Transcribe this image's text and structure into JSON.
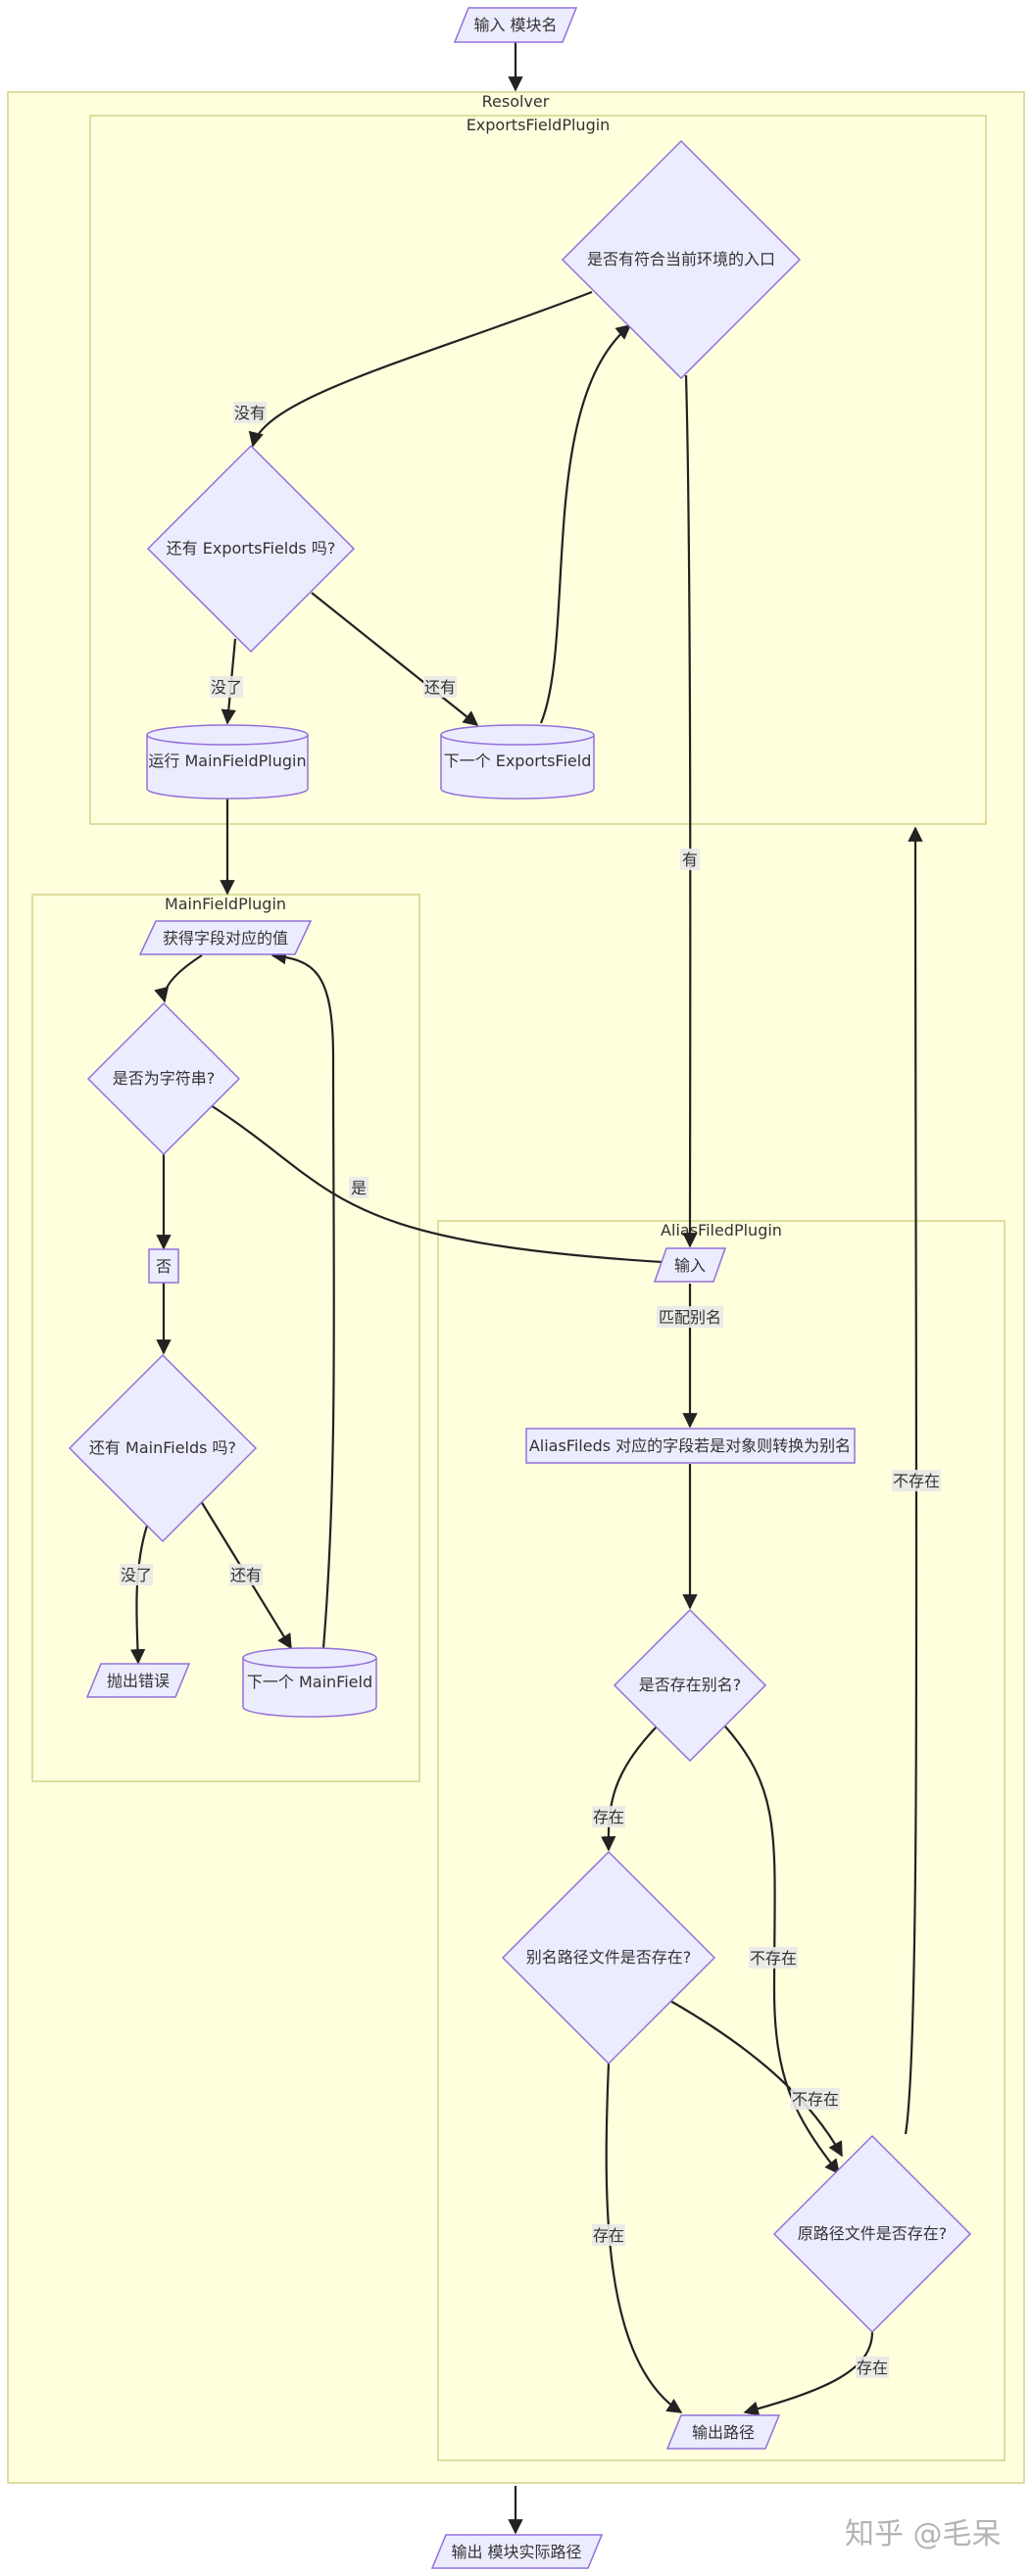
{
  "clusters": {
    "resolver": "Resolver",
    "exports": "ExportsFieldPlugin",
    "mainfield": "MainFieldPlugin",
    "alias": "AliasFiledPlugin"
  },
  "nodes": {
    "input_module": "输入 模块名",
    "has_env_entry": "是否有符合当前环境的入口",
    "more_exports": "还有 ExportsFields 吗?",
    "run_mainfield": "运行 MainFieldPlugin",
    "next_exports": "下一个 ExportsField",
    "get_field_value": "获得字段对应的值",
    "is_string": "是否为字符串?",
    "no_box": "否",
    "more_mainfields": "还有 MainFields 吗?",
    "throw_error": "抛出错误",
    "next_mainfield": "下一个 MainField",
    "alias_input": "输入",
    "alias_convert": "AliasFileds 对应的字段若是对象则转换为别名",
    "alias_exists": "是否存在别名?",
    "alias_file_exists": "别名路径文件是否存在?",
    "orig_file_exists": "原路径文件是否存在?",
    "output_path": "输出路径",
    "output_final": "输出 模块实际路径"
  },
  "edge_labels": {
    "none": "没有",
    "ran_out_1": "没了",
    "still_has_1": "还有",
    "has": "有",
    "yes": "是",
    "match_alias": "匹配别名",
    "ran_out_2": "没了",
    "still_has_2": "还有",
    "exists_1": "存在",
    "not_exists_1": "不存在",
    "not_exists_2": "不存在",
    "exists_2": "存在",
    "exists_3": "存在",
    "not_exists_3": "不存在"
  },
  "watermark": "知乎 @毛呆",
  "colors": {
    "cluster_fill": "#ffffde",
    "cluster_stroke": "#d3d38a",
    "node_fill": "#ececff",
    "node_stroke": "#9370db",
    "edge": "#222222"
  }
}
